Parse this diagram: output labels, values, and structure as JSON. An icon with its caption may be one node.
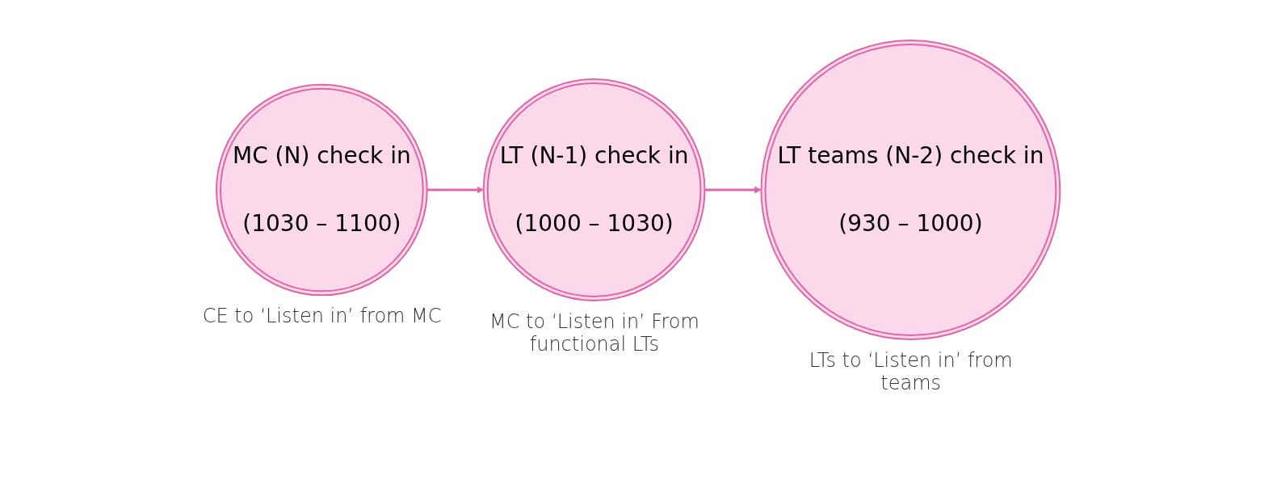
{
  "diagram": {
    "nodes": [
      {
        "text": [
          "MC (N) check in",
          "(1030 – 1100)"
        ],
        "beside": [
          "CE to ‘Listen in’ from MC"
        ]
      },
      {
        "text": [
          "LT (N-1) check in",
          "(1000 – 1030)"
        ],
        "beside": [
          "MC to ‘Listen in’ From functional LTs"
        ]
      },
      {
        "text": [
          "LT teams (N-2) check in",
          "(930 – 1000)"
        ],
        "beside": [
          "LTs to ‘Listen in’ from teams"
        ]
      }
    ],
    "edges": [
      {
        "from": 0,
        "to": 1,
        "arrow": "to"
      },
      {
        "from": 1,
        "to": 2,
        "arrow": "to"
      }
    ]
  }
}
